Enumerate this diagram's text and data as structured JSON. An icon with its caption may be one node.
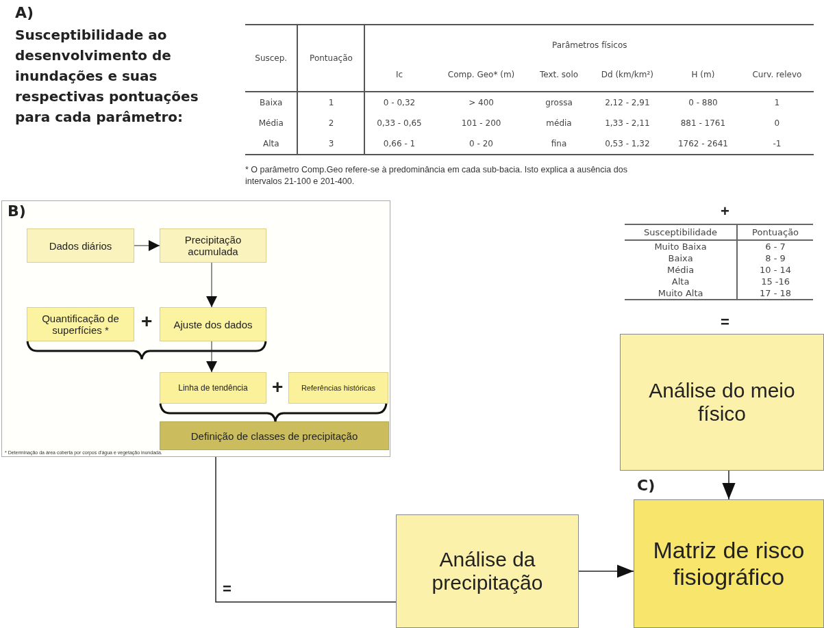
{
  "diagram": {
    "nodes": [
      {
        "text": [
          "B)",
          "* Determinação da área coberta por corpos d'água e vegetação inundada."
        ]
      },
      {
        "text": [
          "Dados diários"
        ],
        "in": 0
      },
      {
        "text": [
          "Precipitação acumulada"
        ],
        "in": 0
      },
      {
        "text": [
          "Quantificação de superfícies *"
        ],
        "in": 0
      },
      {
        "text": [
          "Ajuste dos dados"
        ],
        "in": 0
      },
      {
        "text": [
          "Linha de tendência"
        ],
        "in": 0
      },
      {
        "text": [
          "Referências históricas"
        ],
        "in": 0
      },
      {
        "text": [
          "Definição de classes de precipitação"
        ],
        "in": 0
      },
      {
        "text": [
          "Análise do meio físico"
        ]
      },
      {
        "text": [
          "Análise da precipitação"
        ]
      },
      {
        "text": [
          "C)",
          "Matriz de risco fisiográfico"
        ]
      }
    ],
    "edges": [
      {
        "from": 1,
        "to": 2,
        "arrow": "to"
      },
      {
        "from": 2,
        "to": 4,
        "arrow": "to"
      },
      {
        "from": 4,
        "to": 5,
        "arrow": "to"
      },
      {
        "from": 0,
        "to": 9,
        "arrow": "none",
        "label": "="
      },
      {
        "from": 9,
        "to": 10,
        "arrow": "to"
      },
      {
        "from": 8,
        "to": 10,
        "arrow": "to"
      }
    ],
    "labels": [
      "A)",
      "Susceptibilidade ao desenvolvimento de inundações e suas respectivas pontuações para cada parâmetro:",
      "Suscep.",
      "Pontuação",
      "Parâmetros físicos",
      "Ic",
      "Comp. Geo* (m)",
      "Text. solo",
      "Dd (km/km²)",
      "H (m)",
      "Curv. relevo",
      "Baixa",
      "1",
      "0 - 0,32",
      "> 400",
      "grossa",
      "2,12 - 2,91",
      "0 - 880",
      "1",
      "Média",
      "2",
      "0,33 - 0,65",
      "101 - 200",
      "média",
      "1,33 - 2,11",
      "881 - 1761",
      "0",
      "Alta",
      "3",
      "0,66 - 1",
      "0 - 20",
      "fina",
      "0,53 - 1,32",
      "1762 - 2641",
      "-1",
      "* O parâmetro Comp.Geo refere-se à predominância em cada sub-bacia. Isto explica a ausência dos intervalos 21-100 e 201-400.",
      "+",
      "Susceptibilidade",
      "Pontuação",
      "Muito Baixa",
      "6 - 7",
      "Baixa",
      "8 - 9",
      "Média",
      "10 - 14",
      "Alta",
      "15 -16",
      "Muito Alta",
      "17 - 18",
      "=",
      "+",
      "+"
    ]
  }
}
